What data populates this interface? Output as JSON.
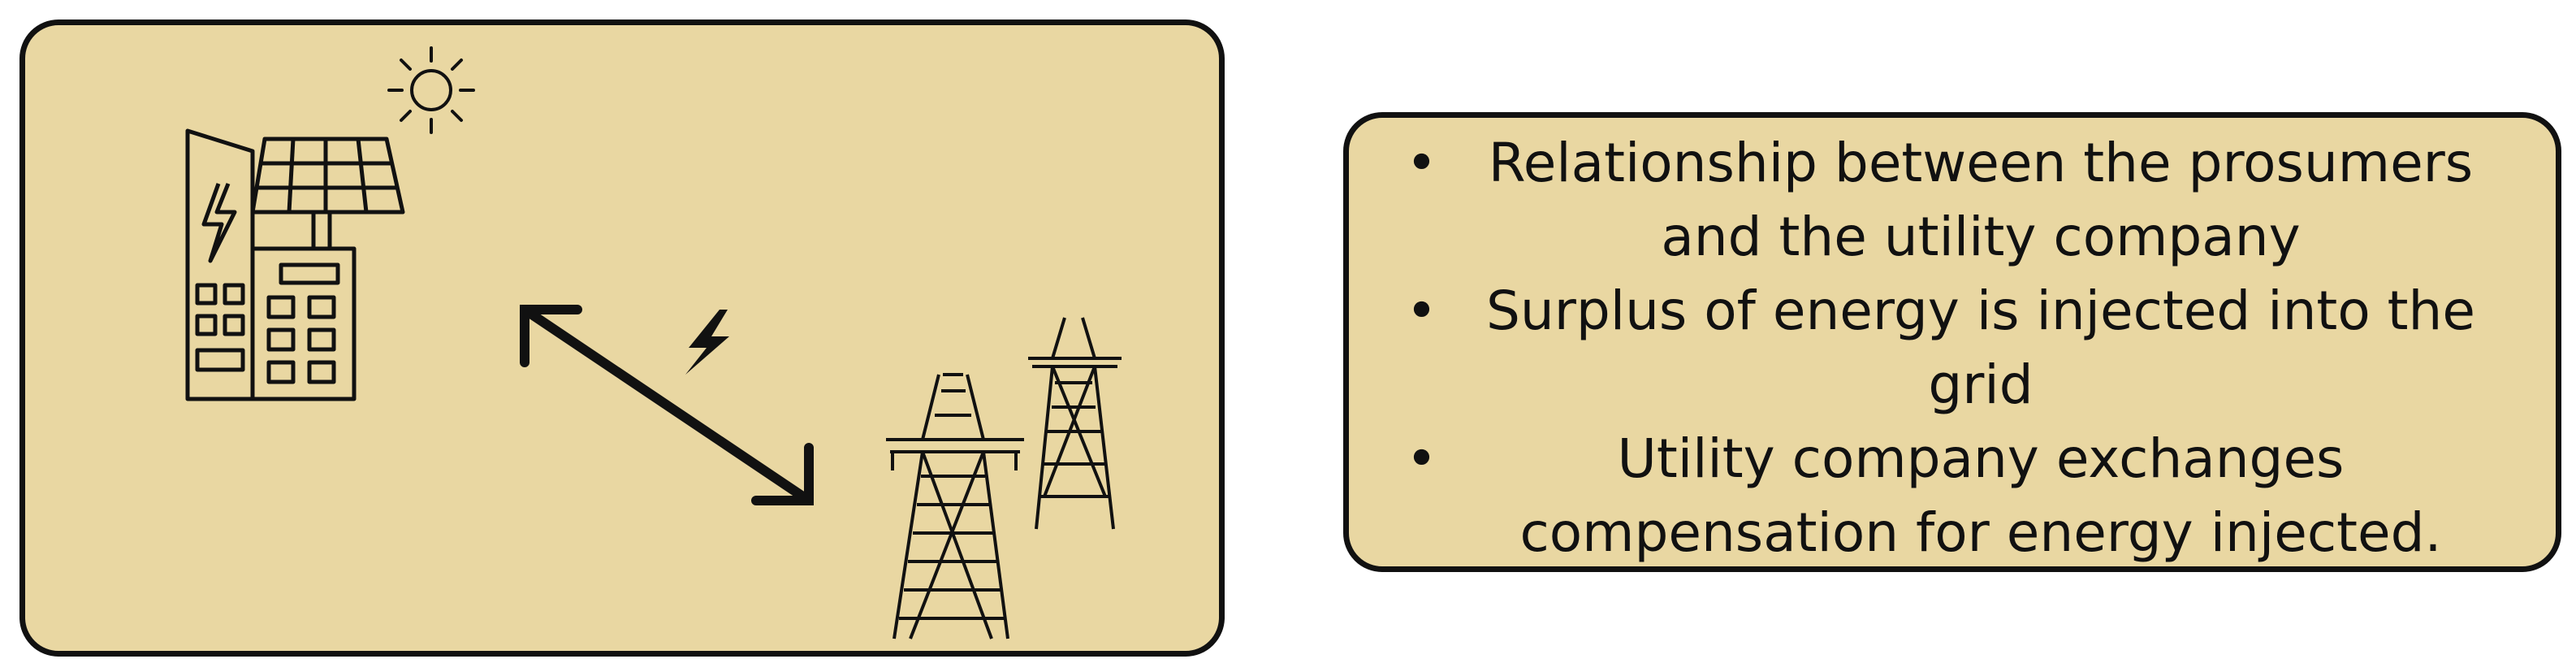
{
  "diagram": {
    "bullets": [
      "Relationship between the prosumers and the utility company",
      "Surplus of energy is injected into the grid",
      "Utility company exchanges compensation for energy injected."
    ],
    "bullet_glyph": "•",
    "icons": [
      "prosumer-building-solar-icon",
      "sun-icon",
      "bidirectional-arrow-icon",
      "lightning-icon",
      "transmission-tower-icon"
    ],
    "colors": {
      "panel_fill": "#e9d7a2",
      "stroke": "#111111",
      "background": "#ffffff"
    }
  }
}
